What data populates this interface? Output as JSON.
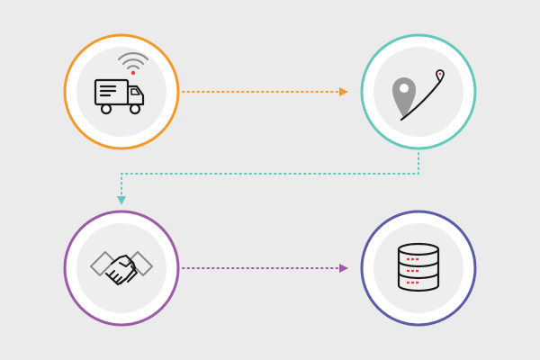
{
  "colors": {
    "background": "#ebebeb",
    "node_outer_fill": "#ffffff",
    "node_inner_fill": "#eeeeee",
    "orange": "#f39a2c",
    "teal": "#66c7bd",
    "purple": "#9c5aa8",
    "indigo": "#5b5ca8",
    "icon_stroke": "#1a1a1a",
    "icon_gray": "#9a9a9a",
    "accent_red": "#e8423f"
  },
  "nodes": [
    {
      "id": "delivery-truck",
      "icon": "wireless-delivery-truck-icon",
      "color": "orange"
    },
    {
      "id": "route-location",
      "icon": "map-pin-route-icon",
      "color": "teal"
    },
    {
      "id": "partnership",
      "icon": "handshake-icon",
      "color": "purple"
    },
    {
      "id": "data-storage",
      "icon": "database-icon",
      "color": "indigo"
    }
  ],
  "connectors": [
    {
      "from": "delivery-truck",
      "to": "route-location",
      "color": "orange",
      "style": "dotted-arrow"
    },
    {
      "from": "route-location",
      "to": "partnership",
      "color": "teal",
      "style": "dotted-elbow-arrow"
    },
    {
      "from": "partnership",
      "to": "data-storage",
      "color": "purple",
      "style": "dotted-arrow"
    }
  ]
}
